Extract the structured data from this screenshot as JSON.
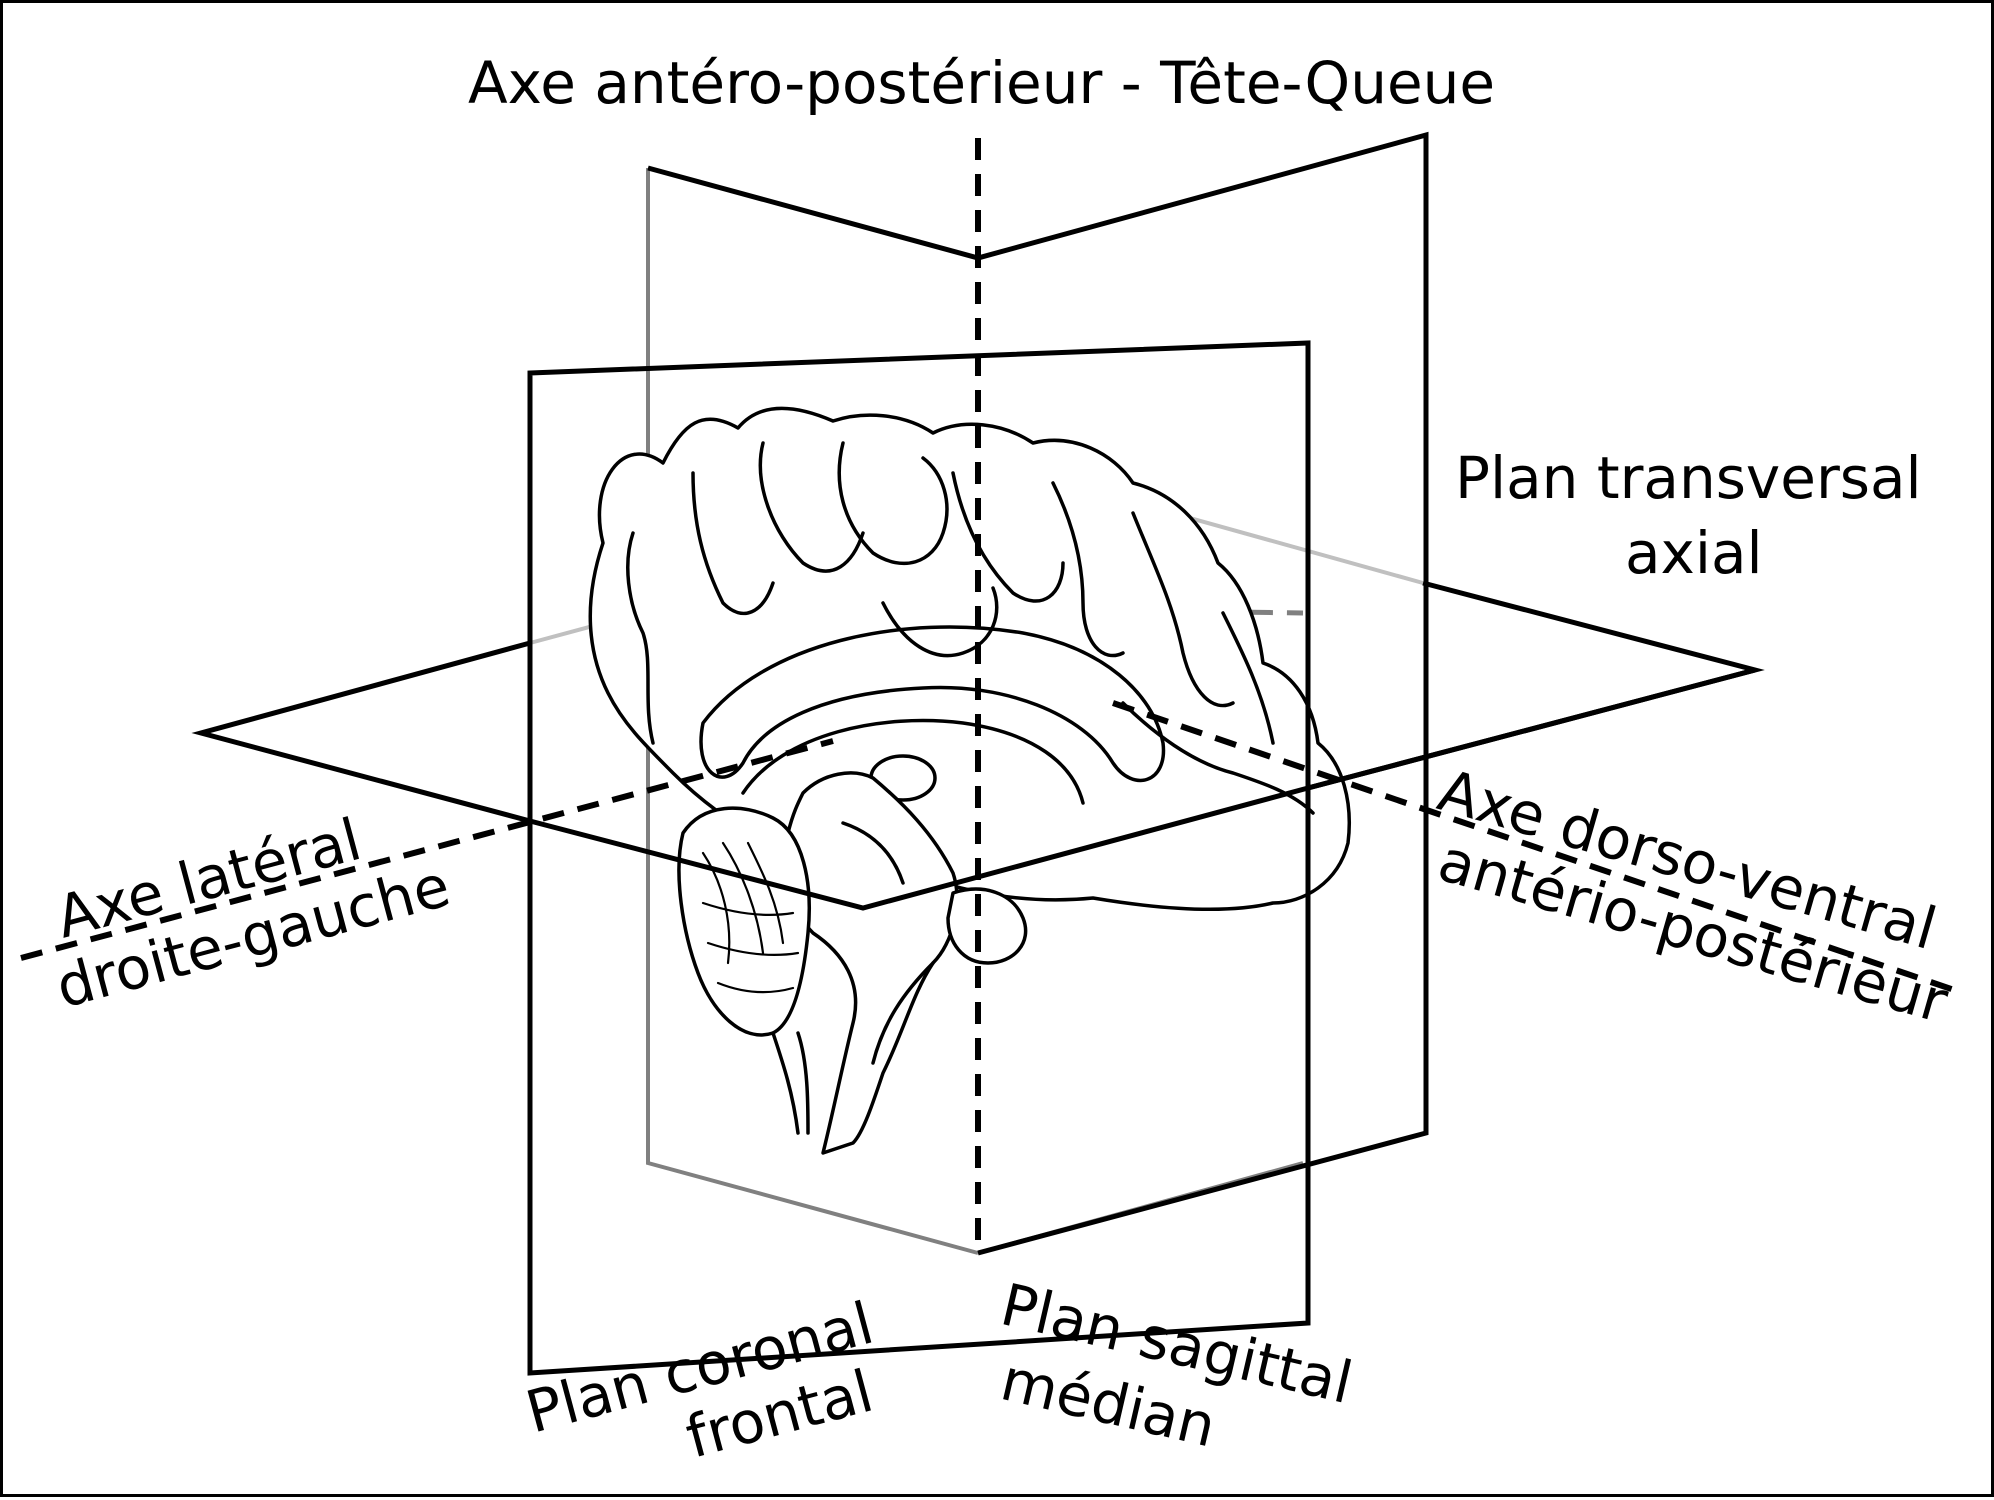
{
  "diagram": {
    "labels": {
      "axis_antero_posterior": "Axe antéro-postérieur - Tête-Queue",
      "plan_transversal_line1": "Plan transversal",
      "plan_transversal_line2": "axial",
      "axe_lateral_line1": "Axe latéral",
      "axe_lateral_line2": "droite-gauche",
      "axe_dorso_line1": "Axe dorso-ventral",
      "axe_dorso_line2": "antério-postérieur",
      "plan_coronal_line1": "Plan coronal",
      "plan_coronal_line2": "frontal",
      "plan_sagittal_line1": "Plan sagittal",
      "plan_sagittal_line2": "médian"
    },
    "colors": {
      "line": "#000000",
      "hidden_line": "#808080",
      "background": "#ffffff"
    }
  }
}
